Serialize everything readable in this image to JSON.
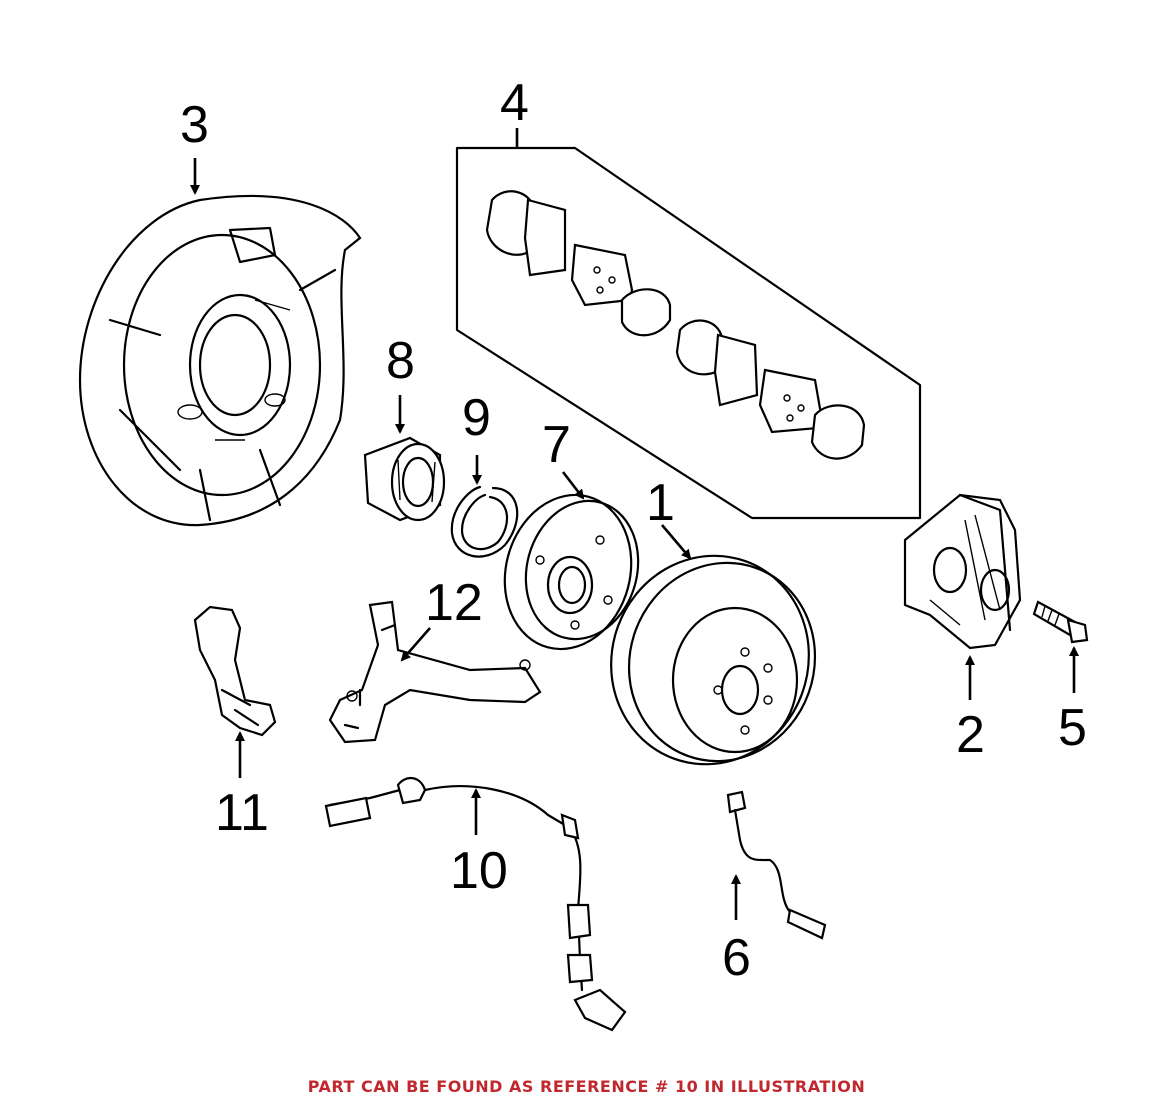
{
  "callouts": {
    "c1": "1",
    "c2": "2",
    "c3": "3",
    "c4": "4",
    "c5": "5",
    "c6": "6",
    "c7": "7",
    "c8": "8",
    "c9": "9",
    "c10": "10",
    "c11": "11",
    "c12": "12"
  },
  "footer_note": "PART CAN BE FOUND AS REFERENCE # 10 IN ILLUSTRATION",
  "colors": {
    "footer": "#c0282d",
    "line_art": "#000000",
    "background": "#ffffff"
  }
}
